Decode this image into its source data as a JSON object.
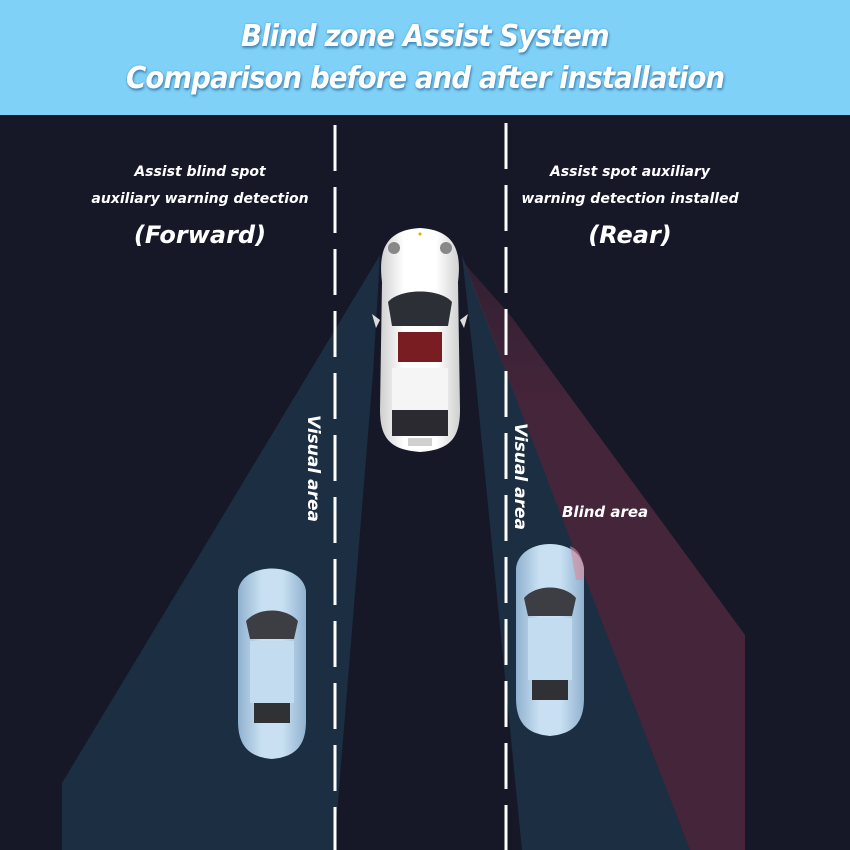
{
  "banner": {
    "title_line1": "Blind zone Assist System",
    "title_line2": "Comparison before and after installation"
  },
  "left_panel": {
    "caption_line1": "Assist blind spot",
    "caption_line2": "auxiliary warning detection",
    "caption_tag": "(Forward)",
    "zone_label": "Visual area"
  },
  "right_panel": {
    "caption_line1": "Assist spot auxiliary",
    "caption_line2": "warning detection installed",
    "caption_tag": "(Rear)",
    "zone_label": "Visual area",
    "blind_label": "Blind area"
  },
  "colors": {
    "banner": "#80d1f8",
    "road": "#161828",
    "visual_zone": "#1c2e42",
    "blind_zone": "#45253a",
    "lane_marking": "#ffffff",
    "main_car": "#f2f2f2",
    "other_car": "#b7d3ea"
  },
  "icons": {
    "main_car": "car-top-view-white",
    "left_car": "car-top-view-light-blue",
    "right_car": "car-top-view-light-blue"
  }
}
